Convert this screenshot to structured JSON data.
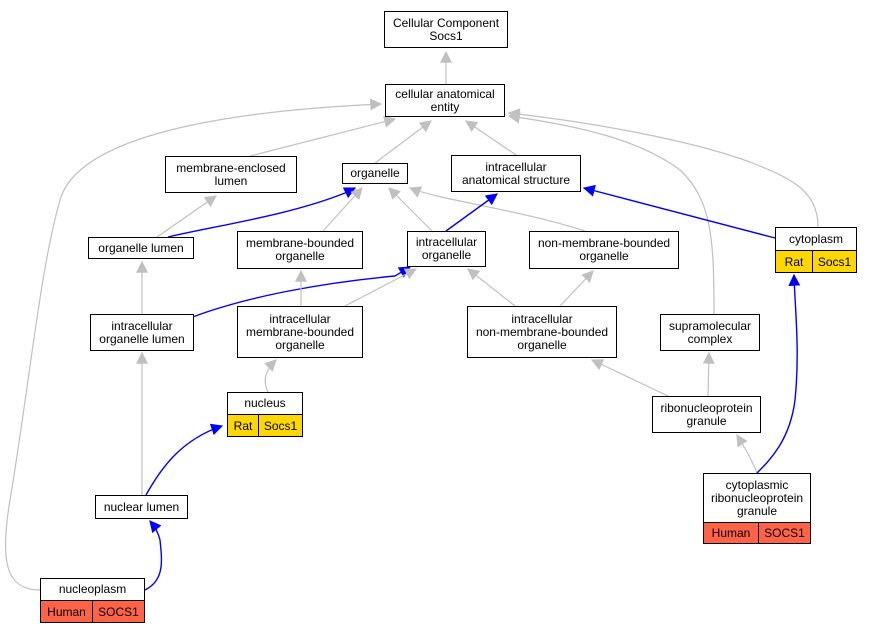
{
  "title_lines": [
    "Cellular Component",
    "Socs1"
  ],
  "colors": {
    "rat": "#ffd700",
    "human": "#ff6347",
    "is_a_edge": "#c0c0c0",
    "annotation_edge": "#0000ff"
  },
  "nodes": {
    "root": [
      "Cellular Component",
      "Socs1"
    ],
    "cellular_anatomical_entity": [
      "cellular anatomical",
      "entity"
    ],
    "membrane_enclosed_lumen": [
      "membrane-enclosed",
      "lumen"
    ],
    "organelle": [
      "organelle"
    ],
    "intracellular_anatomical_structure": [
      "intracellular",
      "anatomical structure"
    ],
    "organelle_lumen": [
      "organelle lumen"
    ],
    "membrane_bounded_organelle": [
      "membrane-bounded",
      "organelle"
    ],
    "intracellular_organelle": [
      "intracellular",
      "organelle"
    ],
    "non_membrane_bounded_organelle": [
      "non-membrane-bounded",
      "organelle"
    ],
    "cytoplasm": [
      "cytoplasm"
    ],
    "intracellular_organelle_lumen": [
      "intracellular",
      "organelle lumen"
    ],
    "intracellular_membrane_bounded_organelle": [
      "intracellular",
      "membrane-bounded",
      "organelle"
    ],
    "intracellular_non_membrane_bounded_organelle": [
      "intracellular",
      "non-membrane-bounded",
      "organelle"
    ],
    "supramolecular_complex": [
      "supramolecular",
      "complex"
    ],
    "nucleus": [
      "nucleus"
    ],
    "ribonucleoprotein_granule": [
      "ribonucleoprotein",
      "granule"
    ],
    "cytoplasmic_ribonucleoprotein_granule": [
      "cytoplasmic",
      "ribonucleoprotein",
      "granule"
    ],
    "nuclear_lumen": [
      "nuclear lumen"
    ],
    "nucleoplasm": [
      "nucleoplasm"
    ]
  },
  "annotations": {
    "cytoplasm": [
      "Rat",
      "Socs1"
    ],
    "nucleus": [
      "Rat",
      "Socs1"
    ],
    "cytoplasmic_ribonucleoprotein_granule": [
      "Human",
      "SOCS1"
    ],
    "nucleoplasm": [
      "Human",
      "SOCS1"
    ]
  },
  "edges": [
    {
      "from": "cellular_anatomical_entity",
      "to": "root",
      "type": "is_a"
    },
    {
      "from": "membrane_enclosed_lumen",
      "to": "cellular_anatomical_entity",
      "type": "is_a"
    },
    {
      "from": "organelle",
      "to": "cellular_anatomical_entity",
      "type": "is_a"
    },
    {
      "from": "intracellular_anatomical_structure",
      "to": "cellular_anatomical_entity",
      "type": "is_a"
    },
    {
      "from": "cytoplasm",
      "to": "cellular_anatomical_entity",
      "type": "is_a"
    },
    {
      "from": "supramolecular_complex",
      "to": "cellular_anatomical_entity",
      "type": "is_a"
    },
    {
      "from": "nucleoplasm",
      "to": "cellular_anatomical_entity",
      "type": "is_a"
    },
    {
      "from": "organelle_lumen",
      "to": "membrane_enclosed_lumen",
      "type": "is_a"
    },
    {
      "from": "organelle_lumen",
      "to": "organelle",
      "type": "annotation"
    },
    {
      "from": "membrane_bounded_organelle",
      "to": "organelle",
      "type": "is_a"
    },
    {
      "from": "intracellular_organelle",
      "to": "organelle",
      "type": "is_a"
    },
    {
      "from": "non_membrane_bounded_organelle",
      "to": "organelle",
      "type": "is_a"
    },
    {
      "from": "intracellular_organelle",
      "to": "intracellular_anatomical_structure",
      "type": "annotation"
    },
    {
      "from": "cytoplasm",
      "to": "intracellular_anatomical_structure",
      "type": "annotation"
    },
    {
      "from": "intracellular_organelle_lumen",
      "to": "organelle_lumen",
      "type": "is_a"
    },
    {
      "from": "intracellular_organelle_lumen",
      "to": "intracellular_organelle",
      "type": "annotation"
    },
    {
      "from": "intracellular_membrane_bounded_organelle",
      "to": "membrane_bounded_organelle",
      "type": "is_a"
    },
    {
      "from": "intracellular_membrane_bounded_organelle",
      "to": "intracellular_organelle",
      "type": "is_a"
    },
    {
      "from": "intracellular_non_membrane_bounded_organelle",
      "to": "intracellular_organelle",
      "type": "is_a"
    },
    {
      "from": "intracellular_non_membrane_bounded_organelle",
      "to": "non_membrane_bounded_organelle",
      "type": "is_a"
    },
    {
      "from": "nucleus",
      "to": "intracellular_membrane_bounded_organelle",
      "type": "is_a"
    },
    {
      "from": "ribonucleoprotein_granule",
      "to": "intracellular_non_membrane_bounded_organelle",
      "type": "is_a"
    },
    {
      "from": "ribonucleoprotein_granule",
      "to": "supramolecular_complex",
      "type": "is_a"
    },
    {
      "from": "cytoplasmic_ribonucleoprotein_granule",
      "to": "ribonucleoprotein_granule",
      "type": "is_a"
    },
    {
      "from": "cytoplasmic_ribonucleoprotein_granule",
      "to": "cytoplasm",
      "type": "annotation"
    },
    {
      "from": "nuclear_lumen",
      "to": "intracellular_organelle_lumen",
      "type": "is_a"
    },
    {
      "from": "nuclear_lumen",
      "to": "nucleus",
      "type": "annotation"
    },
    {
      "from": "nucleoplasm",
      "to": "nuclear_lumen",
      "type": "annotation"
    }
  ]
}
